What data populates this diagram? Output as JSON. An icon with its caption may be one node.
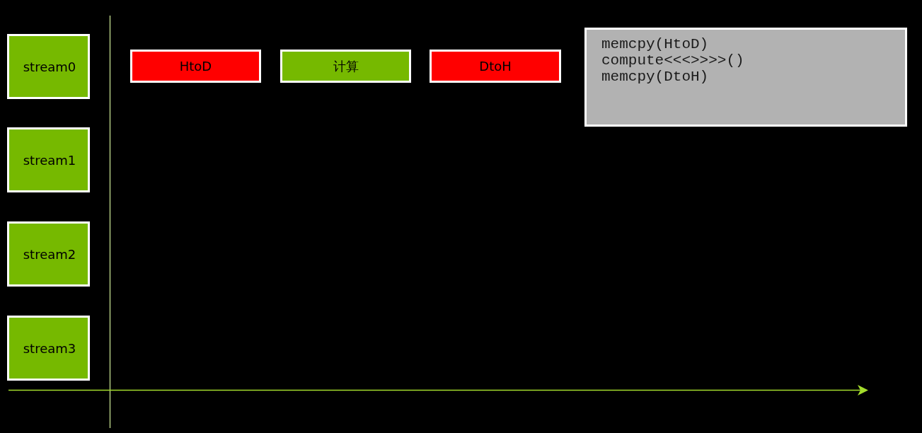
{
  "diagram": {
    "nodes": [
      {
        "text": [
          "stream0"
        ]
      },
      {
        "text": [
          "stream1"
        ]
      },
      {
        "text": [
          "stream2"
        ]
      },
      {
        "text": [
          "stream3"
        ]
      },
      {
        "text": [
          "HtoD"
        ]
      },
      {
        "text": [
          "计算"
        ]
      },
      {
        "text": [
          "DtoH"
        ]
      },
      {
        "text": [
          "memcpy(HtoD)",
          "compute<<<>>>>()",
          "memcpy(DtoH)"
        ]
      }
    ]
  }
}
